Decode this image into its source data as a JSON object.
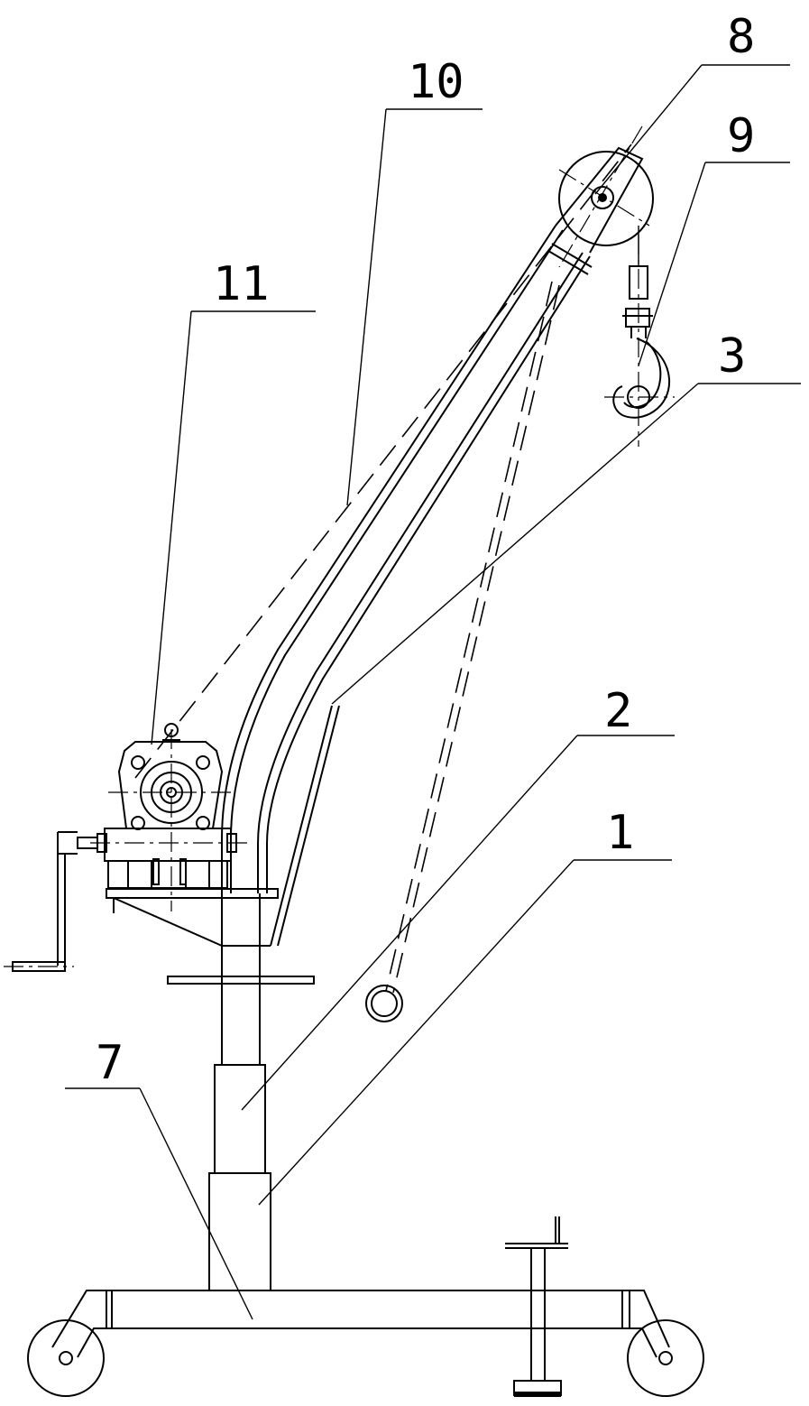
{
  "drawing": {
    "callouts": [
      {
        "id": "c8",
        "text": "8"
      },
      {
        "id": "c9",
        "text": "9"
      },
      {
        "id": "c10",
        "text": "10"
      },
      {
        "id": "c11",
        "text": "11"
      },
      {
        "id": "c3",
        "text": "3"
      },
      {
        "id": "c2",
        "text": "2"
      },
      {
        "id": "c1",
        "text": "1"
      },
      {
        "id": "c7",
        "text": "7"
      }
    ]
  }
}
